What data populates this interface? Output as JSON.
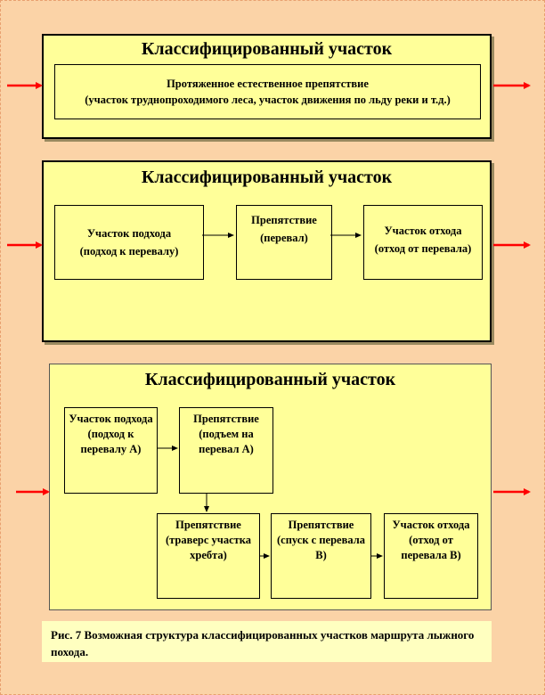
{
  "panels": [
    {
      "title": "Классифицированный участок",
      "boxes": [
        "Протяженное естественное препятствие\n(участок труднопроходимого леса, участок движения по льду реки и т.д.)"
      ]
    },
    {
      "title": "Классифицированный участок",
      "boxes": [
        "Участок подхода\n(подход к перевалу)",
        "Препятствие\n(перевал)",
        "Участок отхода\n(отход от перевала)"
      ]
    },
    {
      "title": "Классифицированный участок",
      "boxes": [
        "Участок подхода\n(подход к перевалу А)",
        "Препятствие\n(подъем на перевал А)",
        "Препятствие\n(траверс участка хребта)",
        "Препятствие\n(спуск с перевала В)",
        "Участок отхода\n(отход от перевала В)"
      ]
    }
  ],
  "caption": "Рис. 7 Возможная структура классифицированных участков маршрута лыжного похода.",
  "colors": {
    "background": "#fbd3a7",
    "panel": "#ffff99",
    "arrow_external": "#ff0000",
    "arrow_internal": "#000000"
  }
}
